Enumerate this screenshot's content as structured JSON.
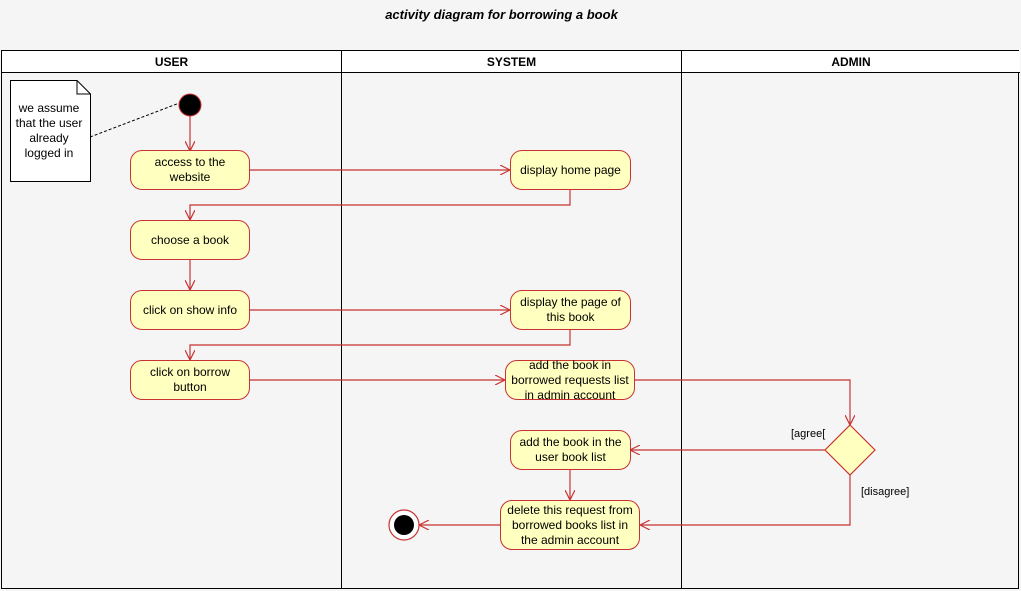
{
  "title": "activity diagram for borrowing a book",
  "lanes": [
    "USER",
    "SYSTEM",
    "ADMIN"
  ],
  "note": {
    "text": "we assume that the user already logged in"
  },
  "actions": {
    "access_site": "access to the website",
    "display_home": "display home page",
    "choose_book": "choose a book",
    "click_show_info": "click on show info",
    "display_book_page": "display the page of this book",
    "click_borrow": "click on borrow button",
    "add_requests": "add the book in borrowed requests list in admin account",
    "add_user_list": "add the book in the user book list",
    "delete_request": "delete this request from borrowed books list in the admin account"
  },
  "guards": {
    "agree": "[agree[",
    "disagree": "[disagree]"
  },
  "colors": {
    "node_fill": "#ffffc0",
    "node_border": "#c83232",
    "edge": "#c83232",
    "background": "#f5f5f5"
  }
}
